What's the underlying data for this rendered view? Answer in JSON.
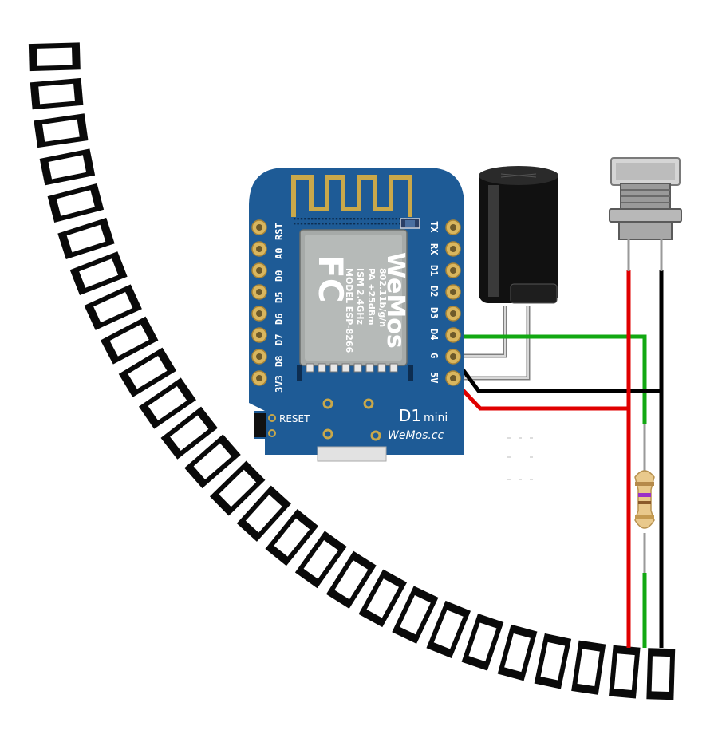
{
  "board": {
    "left_pins": [
      "RST",
      "A0",
      "D0",
      "D5",
      "D6",
      "D7",
      "D8",
      "3V3"
    ],
    "right_pins": [
      "TX",
      "RX",
      "D1",
      "D2",
      "D3",
      "D4",
      "G",
      "5V"
    ],
    "reset_label": "RESET",
    "model_name": "D1",
    "model_suffix": "mini",
    "website": "WeMos.cc",
    "module": {
      "fcc": "FC",
      "lines": [
        "MODEL  ESP-8266",
        "ISM 2.4GHz",
        "PA +25dBm",
        "802.11b/g/n"
      ],
      "brand": "WeMos"
    }
  },
  "colors": {
    "pcb": "#1e5b96",
    "wire_data": "#12a812",
    "wire_power": "#e00000",
    "wire_ground": "#000000",
    "strip": "#0a0a0a",
    "led": "#ffffff"
  },
  "icons": {
    "capacitor": "electrolytic-capacitor-icon",
    "resistor": "resistor-icon",
    "power_jack": "dc-barrel-jack-icon",
    "led_strip": "neopixel-ring-strip-icon"
  }
}
